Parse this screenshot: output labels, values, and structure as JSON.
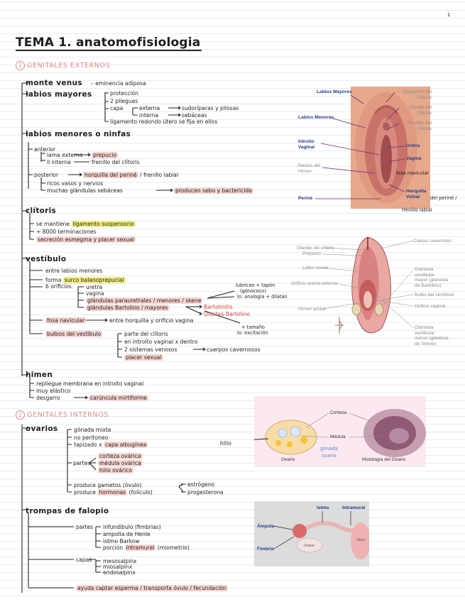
{
  "page_number": "1",
  "title": "TEMA 1. anatomofisiologia",
  "sections": {
    "externos": {
      "num": "1",
      "label": "GENITALES EXTERNOS"
    },
    "internos": {
      "num": "2",
      "label": "GENITALES INTERNOS"
    }
  },
  "monte": {
    "head": "monte venus",
    "desc": "eminencia adiposa"
  },
  "labios_mayores": {
    "head": "labios mayores",
    "l1": "protección",
    "l2": "2 pliegues",
    "capa": "capa",
    "externa": "externa",
    "externa_val": "sudoríparas y pilosas",
    "interna": "interna",
    "interna_val": "sebáceas",
    "ligamento": "ligamento redondo útero se fija en ellos"
  },
  "labios_menores": {
    "head": "labios menores o ninfas",
    "anterior": "anterior",
    "lama_ext": "lama externa",
    "prepucio": "prepucio",
    "lama_int": "ll interna",
    "frenillo": "frenillo del clítoris",
    "posterior": "posterior",
    "horquilla": "horquilla del periné",
    "horquilla_rest": " / frenillo labial",
    "vasos": "ricos vasos y nervios",
    "glandulas": "muchas glándulas sebáceas",
    "producen": "producen sebo y bactericida"
  },
  "clitoris": {
    "head": "clítoris",
    "l1a": "se mantiene ",
    "l1b": "ligamento suspensorio",
    "l2": "+ 8000 terminaciones",
    "l3": "secreción esmegma y placer sexual"
  },
  "vestibulo": {
    "head": "vestíbulo",
    "l1": "entre labios menores",
    "l2a": "forma ",
    "l2b": "surco balanoprepucial",
    "orificios": "6 orificios",
    "o1": "uretra",
    "o2": "vagina",
    "o3": "glándulas parauretrales / menores / skene",
    "o4": "glándulas Bartolino / mayores",
    "bart1": "Bartolinitis",
    "bart2": "Quistes Bartolino",
    "skene1": "lubrican + tapón",
    "skene2": "(gonococo)",
    "skene3": "lo: analogía + dilatan",
    "tamaño": "+ tamaño",
    "excitacion": "lo: excitación",
    "fosa": "fosa navicular",
    "fosa_desc": "entre horquilla y orificio vagina",
    "bulbos": "bulbos del vestíbulo",
    "b1": "parte del clítoris",
    "b2": "en introito vaginal x dentro",
    "b3": "2 sistemas venosos",
    "b3b": "cuerpos cavernosos",
    "b4": "placer sexual"
  },
  "himen": {
    "head": "himen",
    "l1": "repliegue membrana en introito vaginal",
    "l2": "muy elástico",
    "l3a": "desgarro",
    "l3b": "carúncula mirtiforme"
  },
  "ovarios": {
    "head": "ovarios",
    "l1": "gónada mixta",
    "l2": "no peritoneo",
    "l3a": "tapizado x ",
    "l3b": "capa albugínea",
    "hilio": "hilio",
    "partes": "partes",
    "p1": "corteza ovárica",
    "p2": "médula ovárica",
    "p3": "hilio ovárico",
    "g1": "produce gametos (óvulo)",
    "g2a": "produce ",
    "g2b": "hormonas",
    "g2c": " (folículo)",
    "estrogeno": "estrógeno",
    "progesterona": "progesterona"
  },
  "trompas": {
    "head": "trompas de falopio",
    "partes": "partes",
    "p1": "infundíbulo (fimbrias)",
    "p2": "ampolla de Henle",
    "p3": "istmo Barkow",
    "p4a": "porción ",
    "p4b": "intramural",
    "p4c": " (miometrio)",
    "capas": "capas",
    "c1": "mesosalpinx",
    "c2": "miosalpinx",
    "c3": "endosalpinx",
    "ayuda": "ayuda captar esperma / transporta óvulo / fecundación"
  },
  "fig1": {
    "labios_mayores": "Labios Mayores",
    "capuchon": "Capuchón del Clítoris",
    "labios_menores": "Labios Menores",
    "glande": "Glande del Clítoris",
    "frenillo": "Frenillo del Clítoris",
    "introito": "Introito Vaginal",
    "uretra": "Uretra",
    "vagina": "Vagina",
    "restos": "Restos del Himen",
    "horquilla": "Horquilla Vulvar",
    "perine": "Periné",
    "fosa_hand": "fosa navicular",
    "del_perine": "del periné /",
    "frenillo_labial": "frenillo labial"
  },
  "fig2": {
    "l1": "Glande del clítoris",
    "l2": "Prepucio",
    "l3": "Labio menor",
    "l4": "Orificio uretral externo",
    "l5": "Himen anular",
    "r0": "Cuerpo cavernoso",
    "r1": "Glándula vestibular mayor (glándula de Bartolino)",
    "r2": "Bulbo del vestíbulo",
    "r3": "Orificio vaginal",
    "r4": "Glándula vestibular menor (glándula de Skene)"
  },
  "fig3": {
    "corteza": "Corteza",
    "medula": "Médula",
    "hilio": "hilio",
    "ovario": "Ovario",
    "histologia": "Histología del Ovario",
    "hand1": "gónada",
    "hand2": "ovario"
  },
  "fig4": {
    "istmo": "Istmo",
    "intramural": "Intramural",
    "ampula": "Ámpula",
    "fimbria": "Fimbria",
    "ovario": "Ovario",
    "utero": "Útero"
  },
  "colors": {
    "highlight_pink": "#f7d5d0",
    "highlight_yellow": "#f2ee7a",
    "accent_red": "#d9413b",
    "section_pink": "#e48a8a",
    "label_blue": "#1f3e8a"
  }
}
